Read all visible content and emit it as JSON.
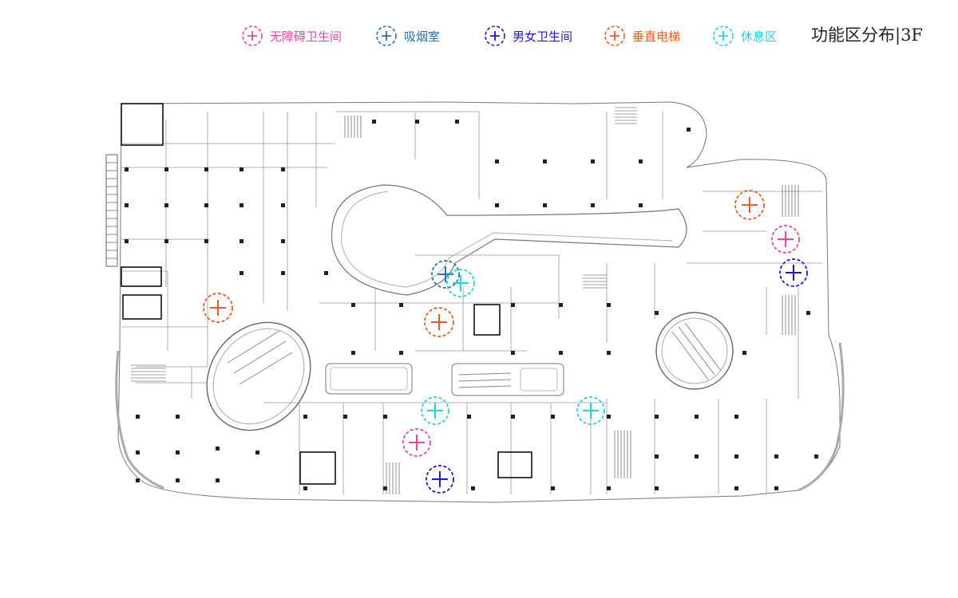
{
  "page_title": "功能区分布|3F",
  "legend": [
    {
      "label": "无障碍卫生间",
      "color": "#e8479c",
      "icon": "plus-circle-dashed-icon"
    },
    {
      "label": "吸烟室",
      "color": "#2f6fae",
      "icon": "plus-circle-dashed-icon"
    },
    {
      "label": "男女卫生间",
      "color": "#1a1ad6",
      "icon": "plus-circle-dashed-icon"
    },
    {
      "label": "垂直电梯",
      "color": "#f05a22",
      "icon": "plus-circle-dashed-icon"
    },
    {
      "label": "休息区",
      "color": "#1fd6dc",
      "icon": "plus-circle-dashed-icon"
    }
  ],
  "markers": {
    "accessible_restroom": "#e8479c",
    "smoking_room": "#2f6fae",
    "restroom": "#1a1ad6",
    "elevator": "#f05a22",
    "rest_area": "#1fd6dc"
  }
}
